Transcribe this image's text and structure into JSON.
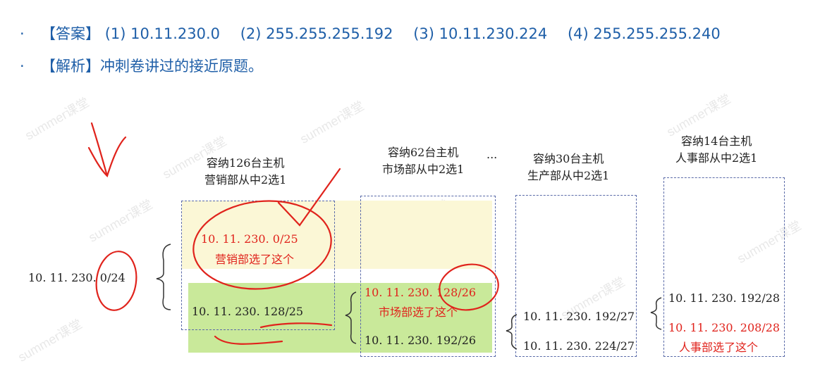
{
  "header": {
    "bullet": "·",
    "answer_label": "【答案】",
    "answers": [
      "(1) 10.11.230.0",
      "(2) 255.255.255.192",
      "(3) 10.11.230.224",
      "(4) 255.255.255.240"
    ],
    "analysis_label": "【解析】",
    "analysis_text": "冲刺卷讲过的接近原题。"
  },
  "diagram": {
    "root_network": "10. 11. 230. 0/24",
    "ellipsis": "...",
    "sales": {
      "heading_line1": "容纳126台主机",
      "heading_line2": "营销部从中2选1",
      "selected_subnet": "10. 11. 230. 0/25",
      "selected_note": "营销部选了这个",
      "other_subnet": "10. 11. 230. 128/25"
    },
    "market": {
      "heading_line1": "容纳62台主机",
      "heading_line2": "市场部从中2选1",
      "selected_subnet": "10. 11. 230. 128/26",
      "selected_note": "市场部选了这个",
      "other_subnet": "10. 11. 230. 192/26"
    },
    "production": {
      "heading_line1": "容纳30台主机",
      "heading_line2": "生产部从中2选1",
      "subnet_a": "10. 11. 230. 192/27",
      "subnet_b": "10. 11. 230. 224/27"
    },
    "hr": {
      "heading_line1": "容纳14台主机",
      "heading_line2": "人事部从中2选1",
      "subnet_a": "10. 11. 230. 192/28",
      "selected_subnet": "10. 11. 230. 208/28",
      "selected_note": "人事部选了这个"
    },
    "watermark_text": "summer课堂"
  },
  "colors": {
    "header_blue": "#1f5fa8",
    "annotation_red": "#e0231c",
    "yellow_fill": "#fbf7d6",
    "green_fill": "#c9e99a",
    "dash_blue": "#5a6aa8"
  }
}
